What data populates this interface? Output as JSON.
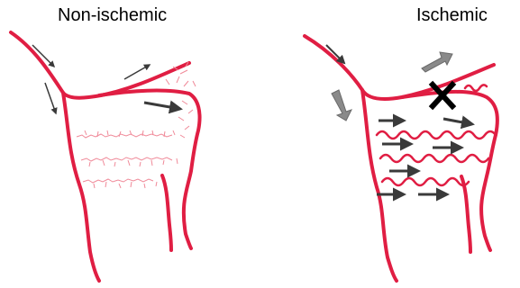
{
  "panels": [
    {
      "id": "non-ischemic",
      "title": "Non-ischemic"
    },
    {
      "id": "ischemic",
      "title": "Ischemic"
    }
  ],
  "colors": {
    "vessel": "#e01e43",
    "capillary": "#f08a99",
    "arrow_dark": "#3a3a3a",
    "arrow_large": "#8a8a8a",
    "block_mark": "#000000"
  },
  "icons": {
    "block": "x-mark-icon",
    "flow": "arrow-icon"
  }
}
